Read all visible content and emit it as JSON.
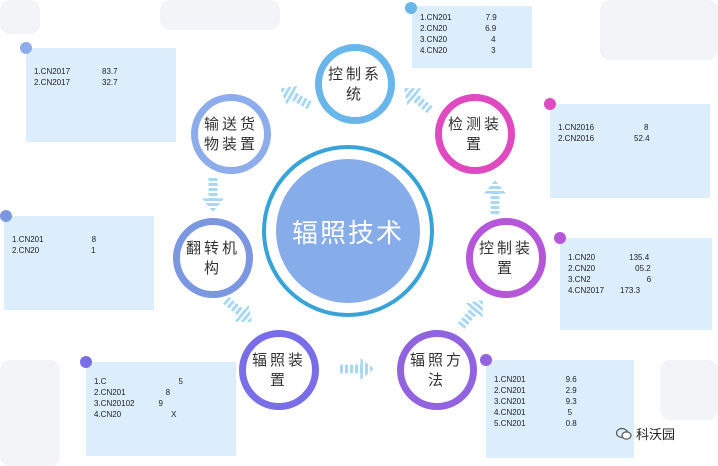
{
  "center_label": "辐照技术",
  "nodes": {
    "control_system": "控制系统",
    "detect": "检测装置",
    "control_device": "控制装置",
    "irradiation_method": "辐照方法",
    "irradiation_device": "辐照装置",
    "flip": "翻转机构",
    "conveying": "输送货物装置"
  },
  "cards": {
    "top_right": [
      "1.CN201",
      "2.CN20",
      "3.CN20",
      "4.CN20"
    ],
    "top_left": [
      "1.CN2017",
      "2.CN2017"
    ],
    "right_1": [
      "1.CN2016",
      "2.CN2016"
    ],
    "left_mid": [
      "1.CN201",
      "2.CN20"
    ],
    "right_2": [
      "1.CN20",
      "2.CN20",
      "3.CN2",
      "4.CN2017"
    ],
    "bottom_left": [
      "1.C",
      "2.CN201",
      "3.CN20102",
      "4.CN20"
    ],
    "bottom_right": [
      "1.CN201",
      "2.CN201",
      "3.CN201",
      "4.CN201",
      "5.CN201"
    ]
  },
  "card_partials": {
    "top_right": [
      "7.9",
      "6.9",
      "4",
      "3"
    ],
    "top_left": [
      "83.7",
      "32.7"
    ],
    "right_1": [
      "8",
      "52.4"
    ],
    "left_mid": [
      "8",
      "1"
    ],
    "right_2": [
      "135.4",
      "05.2",
      "6",
      "173.3"
    ],
    "bottom_left": [
      "5",
      "8",
      "9",
      "X"
    ],
    "bottom_right": [
      "9.6",
      "2.9",
      "9.3",
      "5",
      "0.8"
    ]
  },
  "watermark": "科沃园",
  "colors": {
    "center": "#87acea",
    "ring": "#38a3d8",
    "control_system": "#69b7ea",
    "detect": "#e04ac1",
    "control_device": "#b657da",
    "irradiation_method": "#9163df",
    "irradiation_device": "#7a6ee8",
    "flip": "#7a97e0",
    "conveying": "#8daceb",
    "card_bg": "#dcedfb",
    "arrow": "#a9d8f2"
  }
}
